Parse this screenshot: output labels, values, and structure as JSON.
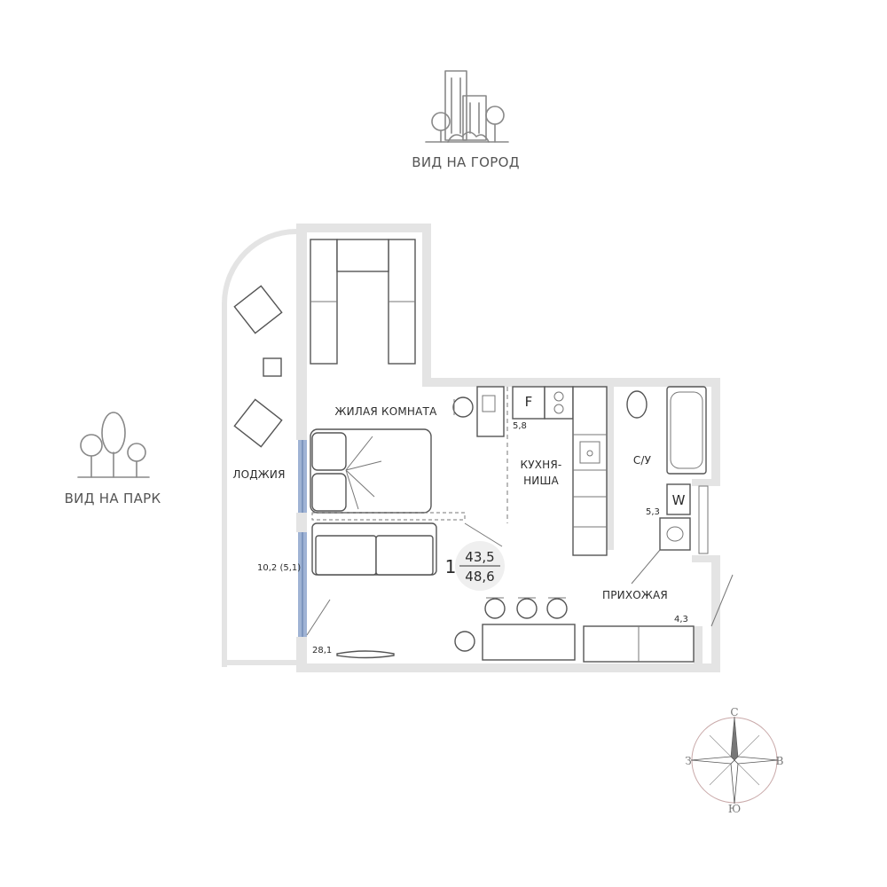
{
  "views": {
    "city": "ВИД НА ГОРОД",
    "park": "ВИД НА ПАРК"
  },
  "rooms": {
    "living": {
      "name": "ЖИЛАЯ КОМНАТА",
      "area": "28,1"
    },
    "kitchen": {
      "name_line1": "КУХНЯ-",
      "name_line2": "НИША",
      "area": "5,8"
    },
    "loggia": {
      "name": "ЛОДЖИЯ",
      "area": "10,2 (5,1)"
    },
    "bathroom": {
      "name": "С/У",
      "area": "5,3"
    },
    "hallway": {
      "name": "ПРИХОЖАЯ",
      "area": "4,3"
    }
  },
  "apartment": {
    "rooms_count": "1",
    "living_area": "43,5",
    "total_area": "48,6"
  },
  "appliances": {
    "fridge": "F",
    "washer": "W"
  },
  "compass": {
    "north": "С",
    "south": "Ю",
    "west": "З",
    "east": "В"
  },
  "colors": {
    "wall": "#e4e4e4",
    "window": "#9fb3d4",
    "lines": "#555555"
  }
}
